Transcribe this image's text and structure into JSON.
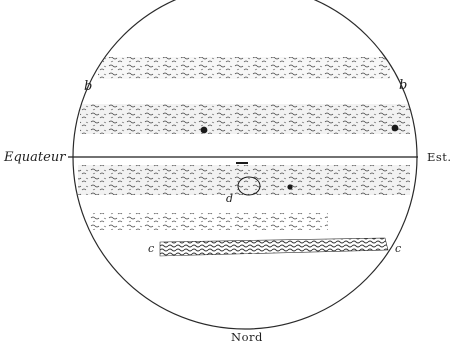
{
  "figure": {
    "labels": {
      "equator": "Equateur",
      "east": "Est.",
      "north": "Nord",
      "band_b_left": "b",
      "band_b_right": "b",
      "band_c_left": "c",
      "band_c_right": "c",
      "spot_d": "d"
    },
    "ink_color": "#2a2a2a",
    "background": "#ffffff"
  }
}
